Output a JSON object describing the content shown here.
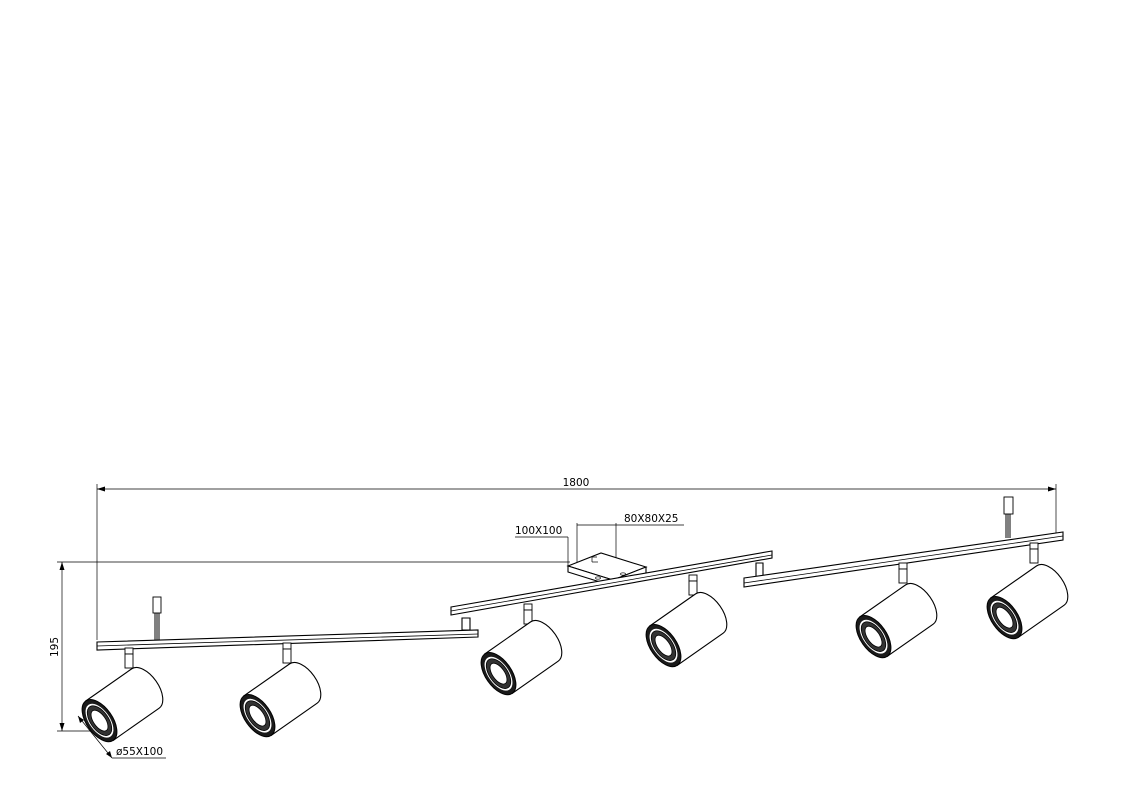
{
  "dimensions": {
    "overall_length": "1800",
    "height": "195",
    "canopy_plate": "100X100",
    "canopy_box": "80X80X25",
    "spot_size": "ø55X100"
  }
}
